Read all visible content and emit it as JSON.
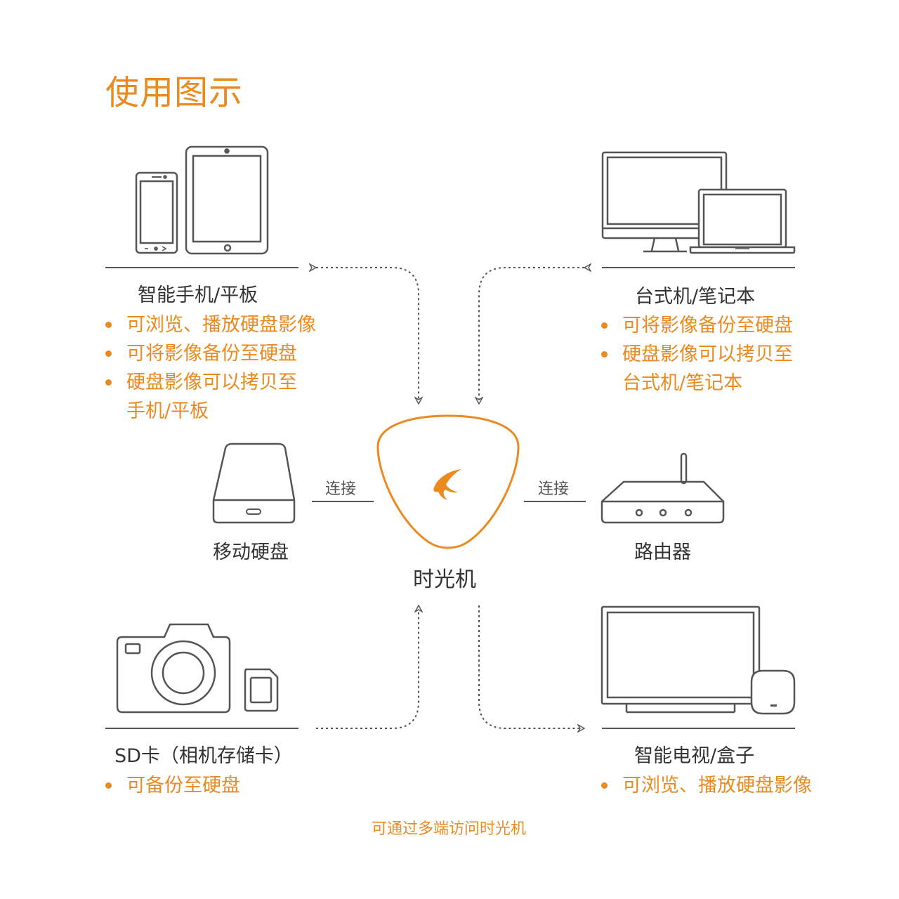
{
  "title": "使用图示",
  "center": {
    "label": "时光机",
    "connect_left": "连接",
    "connect_right": "连接"
  },
  "devices": {
    "mobile": {
      "label": "智能手机/平板",
      "bullets": [
        "可浏览、播放硬盘影像",
        "可将影像备份至硬盘",
        "硬盘影像可以拷贝至",
        "手机/平板"
      ]
    },
    "desktop": {
      "label": "台式机/笔记本",
      "bullets": [
        "可将影像备份至硬盘",
        "硬盘影像可以拷贝至",
        "台式机/笔记本"
      ]
    },
    "hdd": {
      "label": "移动硬盘"
    },
    "router": {
      "label": "路由器"
    },
    "camera": {
      "label": "SD卡（相机存储卡）",
      "bullets": [
        "可备份至硬盘"
      ]
    },
    "tv": {
      "label": "智能电视/盒子",
      "bullets": [
        "可浏览、播放硬盘影像"
      ]
    }
  },
  "footer": "可通过多端访问时光机",
  "colors": {
    "accent": "#ea8a1f",
    "line": "#555555",
    "text": "#333333"
  },
  "icons": [
    "phone-icon",
    "tablet-icon",
    "monitor-icon",
    "laptop-icon",
    "hard-drive-icon",
    "router-icon",
    "camera-icon",
    "sd-card-icon",
    "tv-icon",
    "tv-box-icon",
    "time-machine-logo"
  ]
}
